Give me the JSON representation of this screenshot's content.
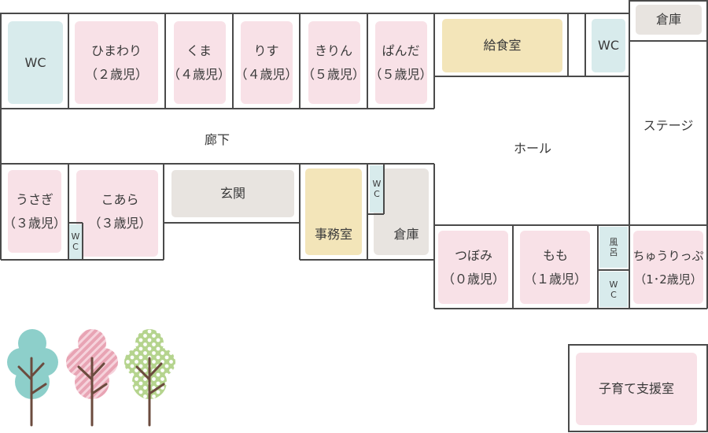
{
  "colors": {
    "wall": "#4a4a4a",
    "pink": "#f8e1e7",
    "blue": "#d8ebec",
    "yellow": "#f3e5b9",
    "gray": "#e8e4e0",
    "trunk": "#6b4b3e",
    "tree_teal": "#8dcfca",
    "tree_pink": "#e8a4b4",
    "tree_green": "#b5d48e"
  },
  "rooms": {
    "wc_left": "WC",
    "himawari": {
      "name": "ひまわり",
      "age": "（２歳児）"
    },
    "kuma": {
      "name": "くま",
      "age": "（４歳児）"
    },
    "risu": {
      "name": "りす",
      "age": "（４歳児）"
    },
    "kirin": {
      "name": "きりん",
      "age": "（５歳児）"
    },
    "panda": {
      "name": "ぱんだ",
      "age": "（５歳児）"
    },
    "kitchen": "給食室",
    "wc_top": "WC",
    "storage_top": "倉庫",
    "corridor": "廊下",
    "hall": "ホール",
    "stage": "ステージ",
    "usagi": {
      "name": "うさぎ",
      "age": "（３歳児）"
    },
    "koara": {
      "name": "こあら",
      "age": "（３歳児）"
    },
    "wc_small_a": [
      "W",
      "C"
    ],
    "wc_small_b": [
      "W",
      "C"
    ],
    "entrance": "玄関",
    "office": "事務室",
    "storage_mid": "倉庫",
    "tsubomi": {
      "name": "つぼみ",
      "age": "（０歳児）"
    },
    "momo": {
      "name": "もも",
      "age": "（１歳児）"
    },
    "bath": [
      "風",
      "呂"
    ],
    "wc_small_c": [
      "W",
      "C"
    ],
    "chuurippu": {
      "name": "ちゅうりっぷ",
      "age": "（1･2歳児）"
    },
    "support": "子育て支援室"
  },
  "trees": [
    {
      "icon": "tree-teal-icon",
      "pattern": "solid"
    },
    {
      "icon": "tree-pink-icon",
      "pattern": "stripes"
    },
    {
      "icon": "tree-green-icon",
      "pattern": "dots"
    }
  ]
}
